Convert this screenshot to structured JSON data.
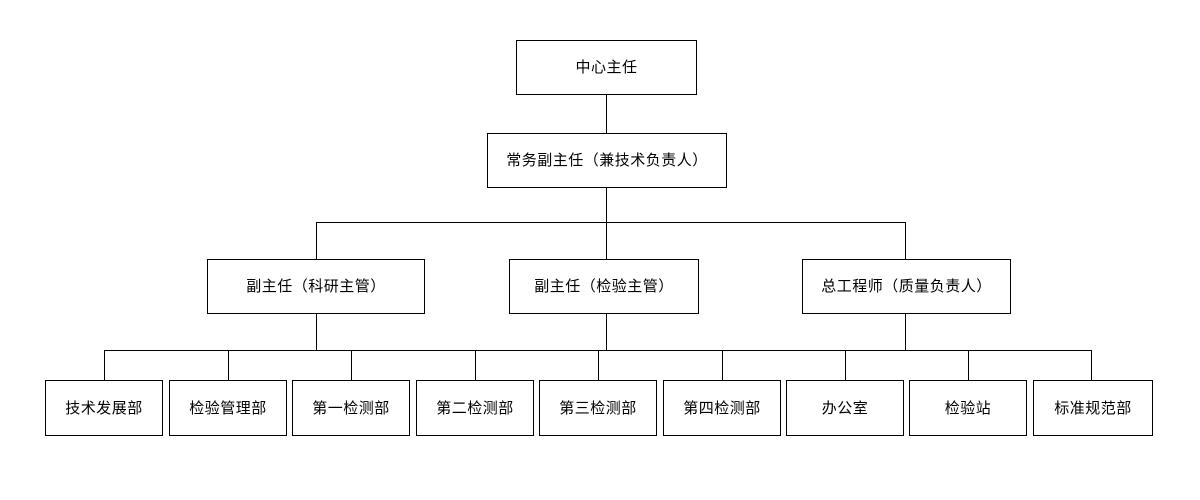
{
  "diagram": {
    "title_text": "",
    "type": "organization-chart",
    "line_color": "#000000",
    "box_border_color": "#000000",
    "box_fill_color": "#ffffff",
    "background_color": "#ffffff",
    "levels": [
      {
        "level": 1,
        "nodes": [
          {
            "id": "center-director",
            "label": "中心主任"
          }
        ]
      },
      {
        "level": 2,
        "nodes": [
          {
            "id": "executive-deputy-director",
            "label": "常务副主任（兼技术负责人）"
          }
        ]
      },
      {
        "level": 3,
        "nodes": [
          {
            "id": "deputy-director-research",
            "label": "副主任（科研主管）"
          },
          {
            "id": "deputy-director-inspection",
            "label": "副主任（检验主管）"
          },
          {
            "id": "chief-engineer-quality",
            "label": "总工程师（质量负责人）"
          }
        ]
      },
      {
        "level": 4,
        "nodes": [
          {
            "id": "tech-development-dept",
            "label": "技术发展部"
          },
          {
            "id": "inspection-management-dept",
            "label": "检验管理部"
          },
          {
            "id": "first-testing-dept",
            "label": "第一检测部"
          },
          {
            "id": "second-testing-dept",
            "label": "第二检测部"
          },
          {
            "id": "third-testing-dept",
            "label": "第三检测部"
          },
          {
            "id": "fourth-testing-dept",
            "label": "第四检测部"
          },
          {
            "id": "office",
            "label": "办公室"
          },
          {
            "id": "inspection-station",
            "label": "检验站"
          },
          {
            "id": "standards-regulation-dept",
            "label": "标准规范部"
          }
        ]
      }
    ]
  }
}
